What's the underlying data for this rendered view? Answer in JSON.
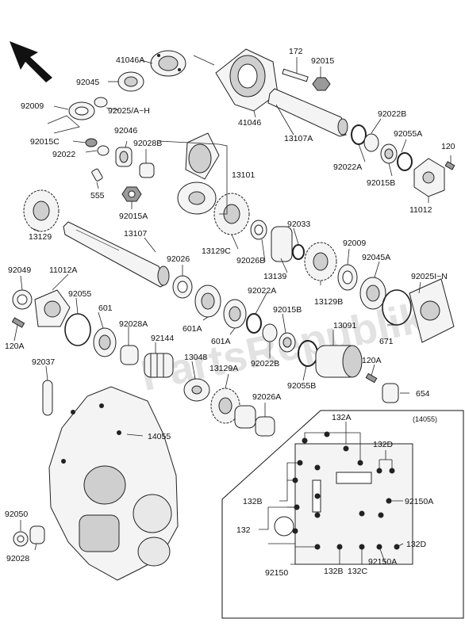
{
  "diagram": {
    "watermark": "PartsRepublik",
    "inset_code": "(14055)",
    "labels": [
      {
        "id": "41046A",
        "text": "41046A"
      },
      {
        "id": "172",
        "text": "172"
      },
      {
        "id": "92015",
        "text": "92015"
      },
      {
        "id": "92045",
        "text": "92045"
      },
      {
        "id": "92009a",
        "text": "92009"
      },
      {
        "id": "92025",
        "text": "92025/A~H"
      },
      {
        "id": "41046",
        "text": "41046"
      },
      {
        "id": "13107A",
        "text": "13107A"
      },
      {
        "id": "92022B",
        "text": "92022B"
      },
      {
        "id": "92046",
        "text": "92046"
      },
      {
        "id": "92015C",
        "text": "92015C"
      },
      {
        "id": "92028B",
        "text": "92028B"
      },
      {
        "id": "92022",
        "text": "92022"
      },
      {
        "id": "92055A",
        "text": "92055A"
      },
      {
        "id": "120a",
        "text": "120"
      },
      {
        "id": "92022A",
        "text": "92022A"
      },
      {
        "id": "92015B",
        "text": "92015B"
      },
      {
        "id": "13101",
        "text": "13101"
      },
      {
        "id": "555",
        "text": "555"
      },
      {
        "id": "11012",
        "text": "11012"
      },
      {
        "id": "92015A",
        "text": "92015A"
      },
      {
        "id": "13129",
        "text": "13129"
      },
      {
        "id": "13107",
        "text": "13107"
      },
      {
        "id": "92033",
        "text": "92033"
      },
      {
        "id": "92009b",
        "text": "92009"
      },
      {
        "id": "13129C",
        "text": "13129C"
      },
      {
        "id": "92026",
        "text": "92026"
      },
      {
        "id": "92026B",
        "text": "92026B"
      },
      {
        "id": "92045A",
        "text": "92045A"
      },
      {
        "id": "92049",
        "text": "92049"
      },
      {
        "id": "11012A",
        "text": "11012A"
      },
      {
        "id": "13139",
        "text": "13139"
      },
      {
        "id": "92025N",
        "text": "92025I~N"
      },
      {
        "id": "92055",
        "text": "92055"
      },
      {
        "id": "92022A2",
        "text": "92022A"
      },
      {
        "id": "13129B",
        "text": "13129B"
      },
      {
        "id": "601",
        "text": "601"
      },
      {
        "id": "92015B2",
        "text": "92015B"
      },
      {
        "id": "120A",
        "text": "120A"
      },
      {
        "id": "92028A",
        "text": "92028A"
      },
      {
        "id": "601A2",
        "text": "601A"
      },
      {
        "id": "601A",
        "text": "601A"
      },
      {
        "id": "671",
        "text": "671"
      },
      {
        "id": "92144",
        "text": "92144"
      },
      {
        "id": "13091",
        "text": "13091"
      },
      {
        "id": "92022B2",
        "text": "92022B"
      },
      {
        "id": "92037",
        "text": "92037"
      },
      {
        "id": "13048",
        "text": "13048"
      },
      {
        "id": "120A2",
        "text": "120A"
      },
      {
        "id": "92055B",
        "text": "92055B"
      },
      {
        "id": "13129A",
        "text": "13129A"
      },
      {
        "id": "654",
        "text": "654"
      },
      {
        "id": "92026A",
        "text": "92026A"
      },
      {
        "id": "14055",
        "text": "14055"
      },
      {
        "id": "132A",
        "text": "132A"
      },
      {
        "id": "132D",
        "text": "132D"
      },
      {
        "id": "132B",
        "text": "132B"
      },
      {
        "id": "92150A",
        "text": "92150A"
      },
      {
        "id": "132",
        "text": "132"
      },
      {
        "id": "132D2",
        "text": "132D"
      },
      {
        "id": "92050",
        "text": "92050"
      },
      {
        "id": "92028",
        "text": "92028"
      },
      {
        "id": "92150",
        "text": "92150"
      },
      {
        "id": "132B2",
        "text": "132B"
      },
      {
        "id": "132C",
        "text": "132C"
      },
      {
        "id": "92150A2",
        "text": "92150A"
      }
    ]
  }
}
